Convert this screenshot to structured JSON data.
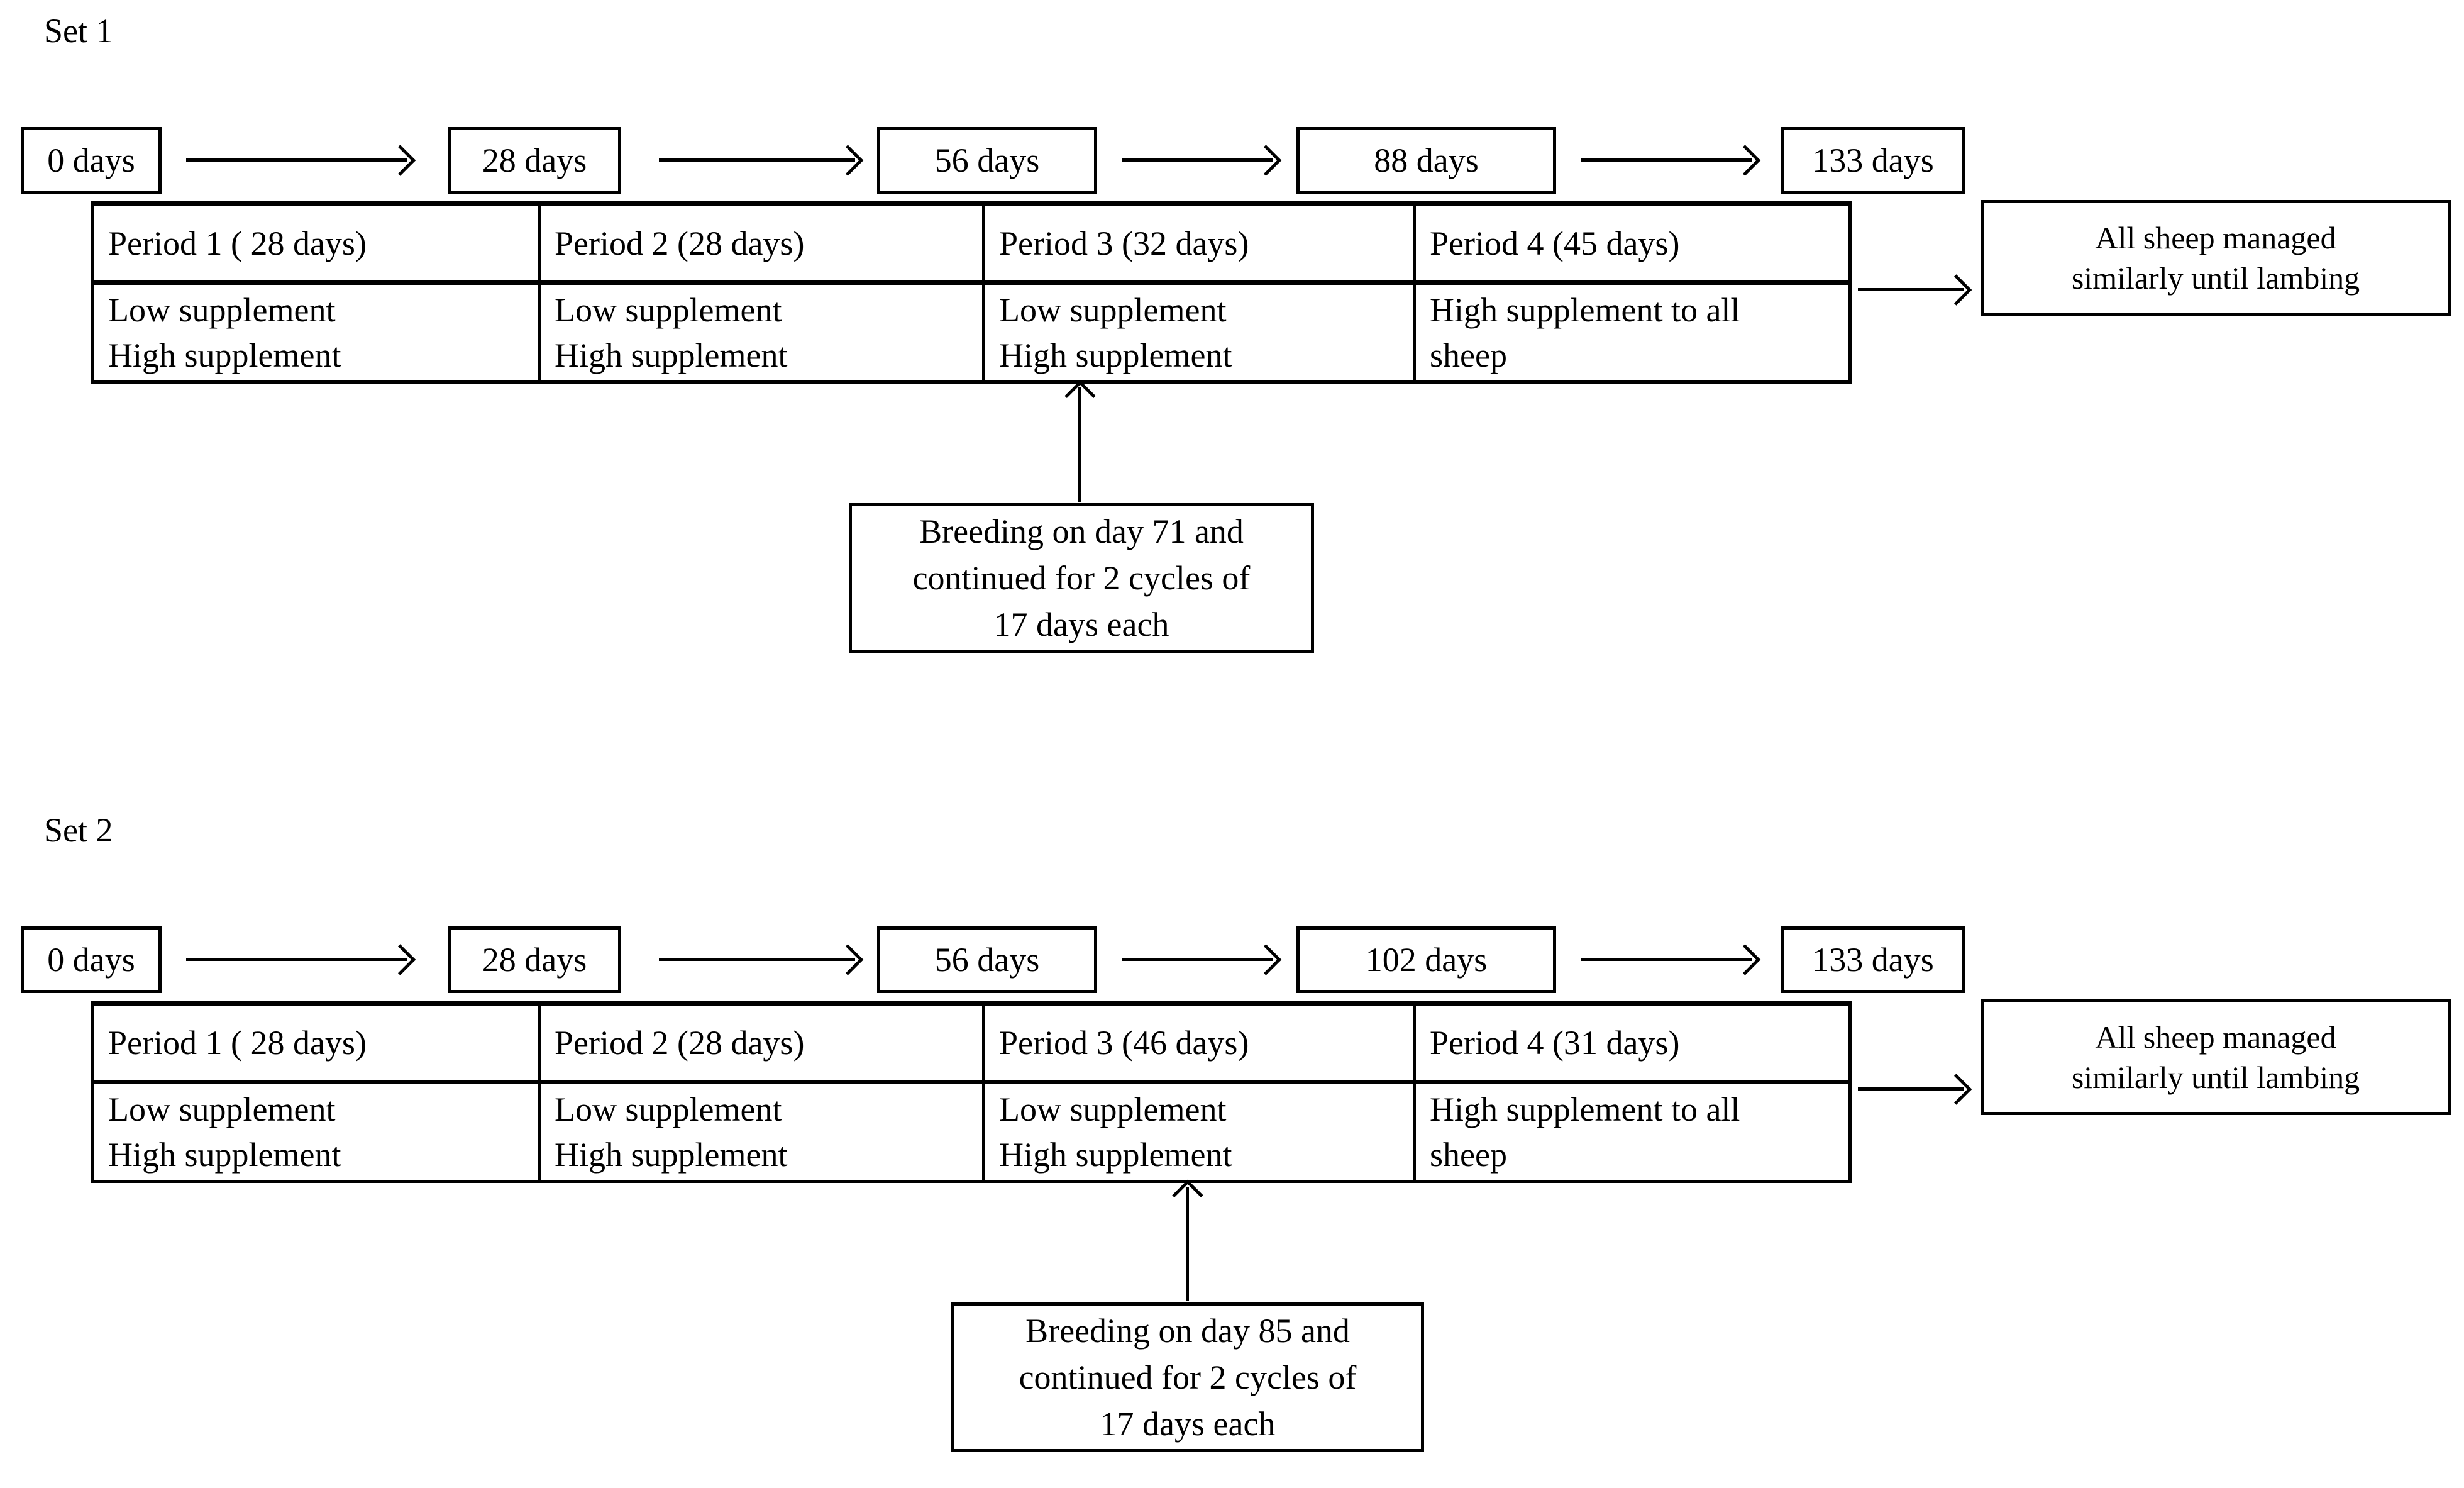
{
  "colors": {
    "ink": "#000000",
    "background": "#ffffff"
  },
  "sets": [
    {
      "label": "Set 1",
      "timeline": [
        "0 days",
        "28 days",
        "56 days",
        "88 days",
        "133 days"
      ],
      "periods": [
        {
          "header": "Period 1 ( 28 days)",
          "lines": [
            "Low supplement",
            "High supplement"
          ]
        },
        {
          "header": "Period 2 (28 days)",
          "lines": [
            "Low supplement",
            "High supplement"
          ]
        },
        {
          "header": "Period 3 (32 days)",
          "lines": [
            "Low supplement",
            "High supplement"
          ]
        },
        {
          "header": "Period 4 (45 days)",
          "lines": [
            "High supplement to all",
            "sheep"
          ]
        }
      ],
      "breeding_note": {
        "lines": [
          "Breeding on day 71 and",
          "continued for 2 cycles of",
          "17 days each"
        ]
      },
      "outcome": {
        "lines": [
          "All sheep managed",
          "similarly until lambing"
        ]
      }
    },
    {
      "label": "Set 2",
      "timeline": [
        "0 days",
        "28 days",
        "56 days",
        "102 days",
        "133 days"
      ],
      "periods": [
        {
          "header": "Period 1 ( 28 days)",
          "lines": [
            "Low supplement",
            "High supplement"
          ]
        },
        {
          "header": "Period 2 (28 days)",
          "lines": [
            "Low supplement",
            "High supplement"
          ]
        },
        {
          "header": "Period 3 (46 days)",
          "lines": [
            "Low supplement",
            "High supplement"
          ]
        },
        {
          "header": "Period 4 (31 days)",
          "lines": [
            "High supplement to all",
            "sheep"
          ]
        }
      ],
      "breeding_note": {
        "lines": [
          "Breeding on day 85 and",
          "continued for 2 cycles of",
          "17 days each"
        ]
      },
      "outcome": {
        "lines": [
          "All sheep managed",
          "similarly until lambing"
        ]
      }
    }
  ]
}
